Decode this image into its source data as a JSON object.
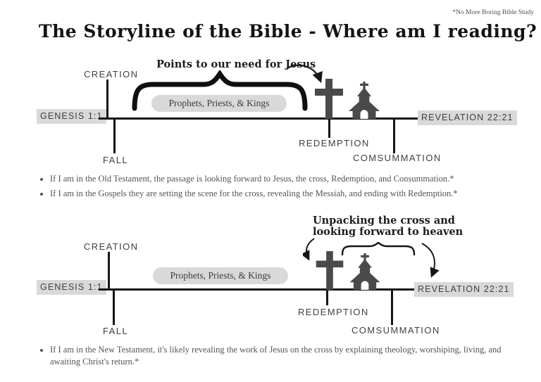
{
  "page": {
    "watermark": "*No More Boring Bible Study",
    "title": "The Storyline of the Bible - Where am I reading?"
  },
  "timeline1": {
    "annotation": "Points to our need for Jesus",
    "pill": "Prophets, Priests, & Kings",
    "start_label": "GENESIS 1:1",
    "end_label": "REVELATION 22:21",
    "events": {
      "creation": "CREATION",
      "fall": "FALL",
      "redemption": "REDEMPTION",
      "consummation": "COMSUMMATION"
    }
  },
  "timeline2": {
    "annotation_line1": "Unpacking the cross and",
    "annotation_line2": "looking forward to heaven",
    "pill": "Prophets, Priests, & Kings",
    "start_label": "GENESIS 1:1",
    "end_label": "REVELATION 22:21",
    "events": {
      "creation": "CREATION",
      "fall": "FALL",
      "redemption": "REDEMPTION",
      "consummation": "COMSUMMATION"
    }
  },
  "bullets_top": [
    "If I am in the Old Testament, the passage is looking forward to Jesus, the cross, Redemption, and Consummation.*",
    "If I am in the Gospels they are setting the scene for the cross, revealing the Messiah, and ending with Redemption.*"
  ],
  "bullets_bottom": [
    "If I am in the New Testament, it's likely revealing the work of Jesus on the cross by explaining theology, worshiping, living, and awaiting Christ's return.*"
  ],
  "icons": {
    "cross": "cross-icon",
    "church": "church-icon",
    "brace": "curly-brace",
    "arrow": "curved-arrow"
  },
  "colors": {
    "background": "#ffffff",
    "line": "#161616",
    "icon": "#4a4a4a",
    "pill_bg": "#d9d9d9",
    "box_bg": "#d9d9d9",
    "label_text": "#3f3f3f",
    "body_text": "#56534e"
  }
}
